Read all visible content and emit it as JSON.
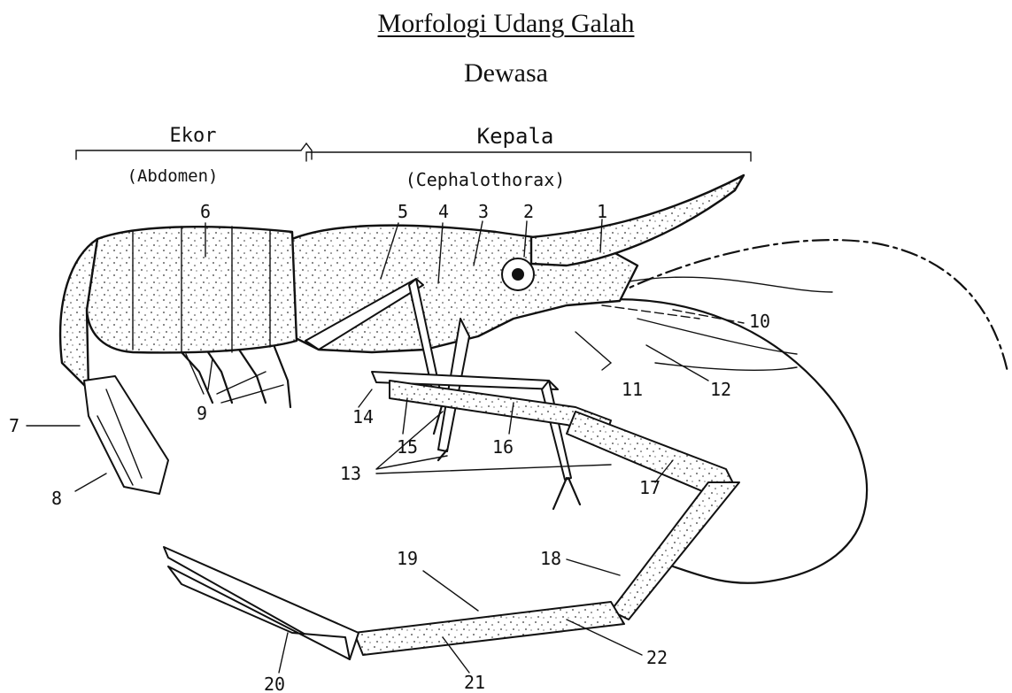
{
  "title": "Morfologi Udang Galah",
  "subtitle": "Dewasa",
  "sections": {
    "tail": {
      "name": "Ekor",
      "latin": "(Abdomen)"
    },
    "head": {
      "name": "Kepala",
      "latin": "(Cephalothorax)"
    }
  },
  "part_numbers": {
    "n1": "1",
    "n2": "2",
    "n3": "3",
    "n4": "4",
    "n5": "5",
    "n6": "6",
    "n7": "7",
    "n8": "8",
    "n9": "9",
    "n10": "10",
    "n11": "11",
    "n12": "12",
    "n13": "13",
    "n14": "14",
    "n15": "15",
    "n16": "16",
    "n17": "17",
    "n18": "18",
    "n19": "19",
    "n20": "20",
    "n21": "21",
    "n22": "22"
  }
}
